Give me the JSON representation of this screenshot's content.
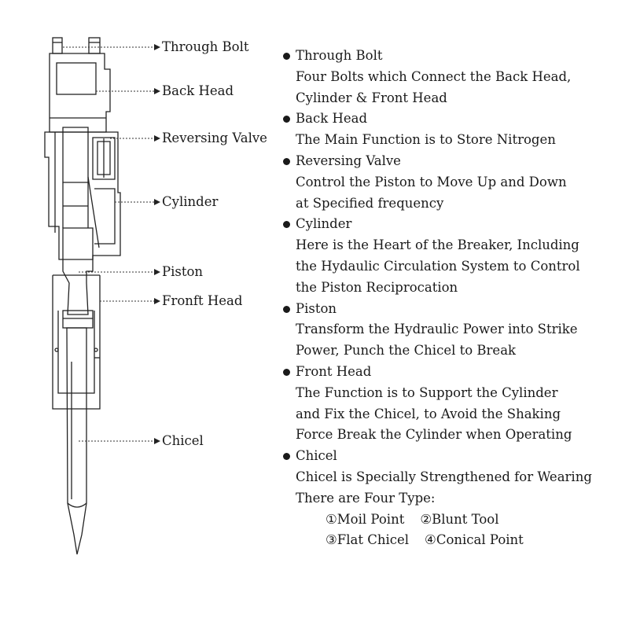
{
  "parts": [
    {
      "name": "Through Bolt",
      "description": [
        "Four Bolts which Connect the Back Head,",
        "Cylinder & Front Head"
      ]
    },
    {
      "name": "Back Head",
      "description": [
        "The Main Function is to Store Nitrogen"
      ]
    },
    {
      "name": "Reversing Valve",
      "description": [
        "Control the Piston to Move Up and Down",
        "at Specified frequency"
      ]
    },
    {
      "name": "Cylinder",
      "description": [
        "Here is the Heart of the Breaker, Including",
        "the Hydaulic Circulation System to Control",
        "the Piston Reciprocation"
      ]
    },
    {
      "name": "Piston",
      "description": [
        "Transform the Hydraulic Power into Strike",
        "Power, Punch the Chicel to Break"
      ]
    },
    {
      "name": "Front Head",
      "description": [
        "The Function  is to Support the Cylinder",
        "and Fix the Chicel, to Avoid the Shaking",
        "Force Break the Cylinder when Operating"
      ]
    },
    {
      "name": "Chicel",
      "description": [
        "Chicel is Specially Strengthened for Wearing",
        "There are Four Type:"
      ]
    }
  ],
  "callouts": [
    "Through Bolt",
    "Back Head",
    "Reversing Valve",
    "Cylinder",
    "Piston",
    "Fronft Head",
    "Chicel"
  ],
  "chisel_types": [
    [
      "①Moil Point",
      "②Blunt Tool"
    ],
    [
      "③Flat Chicel",
      "④Conical Point"
    ]
  ]
}
